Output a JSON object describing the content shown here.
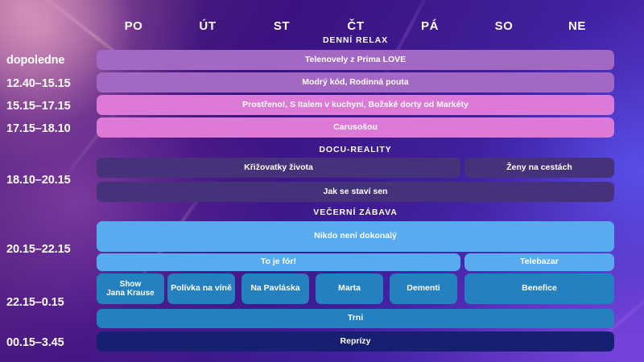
{
  "palette": {
    "lilac": "#a368c4",
    "pink": "#dd79d6",
    "deep_violet": "#45327a",
    "light_blue": "#58abef",
    "mid_blue": "#2580bf",
    "navy": "#161f70",
    "text": "#ffffff"
  },
  "days": [
    {
      "label": "PO"
    },
    {
      "label": "ÚT"
    },
    {
      "label": "ST"
    },
    {
      "label": "ČT"
    },
    {
      "label": "PÁ"
    },
    {
      "label": "SO"
    },
    {
      "label": "NE"
    }
  ],
  "time_labels": [
    {
      "label": "dopoledne"
    },
    {
      "label": "12.40–15.15"
    },
    {
      "label": "15.15–17.15"
    },
    {
      "label": "17.15–18.10"
    },
    {
      "label": "18.10–20.15"
    },
    {
      "label": "20.15–22.15"
    },
    {
      "label": "22.15–0.15"
    },
    {
      "label": "00.15–3.45"
    }
  ],
  "sections": [
    {
      "title": "DENNÍ RELAX"
    },
    {
      "title": "DOCU-REALITY"
    },
    {
      "title": "VEČERNÍ ZÁBAVA"
    }
  ],
  "programs": {
    "telenovely": "Telenovely z Prima LOVE",
    "modry_kod": "Modrý kód, Rodinná pouta",
    "prostreno": "Prostřeno!, S Italem v kuchyni, Božské dorty od Markéty",
    "carusosou": "Carusošou",
    "krizovatky": "Křižovatky života",
    "zeny": "Ženy na cestách",
    "jak_se_stavi": "Jak se staví sen",
    "nikdo": "Nikdo není dokonalý",
    "to_je_for": "To je fór!",
    "telebazar": "Telebazar",
    "show_jana_krause": "Show\nJana Krause",
    "polivka": "Polívka na víně",
    "na_pavlaska": "Na Pavláska",
    "marta": "Marta",
    "dementi": "Dementi",
    "benefice": "Benefice",
    "trni": "Trni",
    "reprizy": "Reprízy"
  }
}
